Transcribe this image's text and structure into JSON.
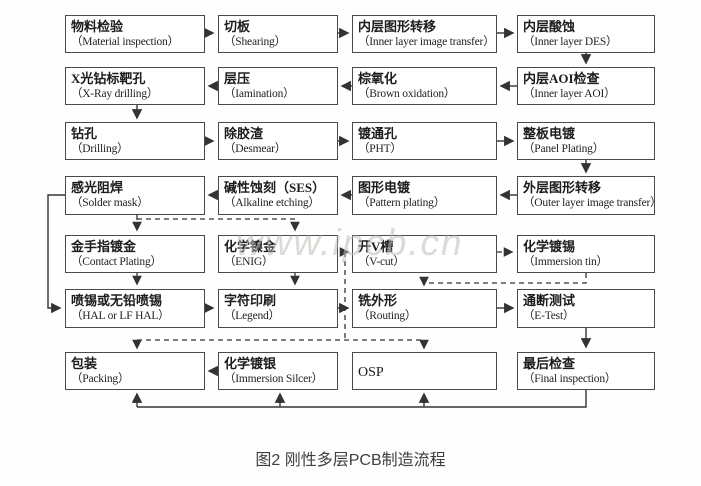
{
  "watermark": "www.ipcb.cn",
  "caption": "图2 刚性多层PCB制造流程",
  "accent_colors": {
    "box_border": "#4a4a4a",
    "arrow": "#333333",
    "watermark": "#bebcb4"
  },
  "nodes": [
    {
      "zh": "物料检验",
      "en": "（Material inspection）"
    },
    {
      "zh": "切板",
      "en": "（Shearing）"
    },
    {
      "zh": "内层图形转移",
      "en": "（Inner layer image transfer）"
    },
    {
      "zh": "内层酸蚀",
      "en": "（Inner layer DES）"
    },
    {
      "zh": "X光钻标靶孔",
      "en": "（X-Ray drilling）"
    },
    {
      "zh": "层压",
      "en": "（Iamination）"
    },
    {
      "zh": "棕氧化",
      "en": "（Brown oxidation）"
    },
    {
      "zh": "内层AOI检查",
      "en": "（Inner layer AOI）"
    },
    {
      "zh": "钻孔",
      "en": "（Drilling）"
    },
    {
      "zh": "除胶渣",
      "en": "（Desmear）"
    },
    {
      "zh": "镀通孔",
      "en": "（PHT）"
    },
    {
      "zh": "整板电镀",
      "en": "（Panel Plating）"
    },
    {
      "zh": "感光阻焊",
      "en": "（Solder mask）"
    },
    {
      "zh": "碱性蚀刻（SES）",
      "en": "（Alkaline etching）"
    },
    {
      "zh": "图形电镀",
      "en": "（Pattern plating）"
    },
    {
      "zh": "外层图形转移",
      "en": "（Outer layer image transfer）"
    },
    {
      "zh": "金手指镀金",
      "en": "（Contact Plating）"
    },
    {
      "zh": "化学镍金",
      "en": "（ENIG）"
    },
    {
      "zh": "开V槽",
      "en": "（V-cut）"
    },
    {
      "zh": "化学镀锡",
      "en": "（Immersion tin）"
    },
    {
      "zh": "喷锡或无铅喷锡",
      "en": "（HAL or LF HAL）"
    },
    {
      "zh": "字符印刷",
      "en": "（Legend）"
    },
    {
      "zh": "铣外形",
      "en": "（Routing）"
    },
    {
      "zh": "通断测试",
      "en": "（E-Test）"
    },
    {
      "zh": "包装",
      "en": "（Packing）"
    },
    {
      "zh": "化学镀银",
      "en": "（Immersion Silcer）"
    },
    {
      "zh": "OSP",
      "en": ""
    },
    {
      "zh": "最后检查",
      "en": "（Final inspection）"
    }
  ]
}
